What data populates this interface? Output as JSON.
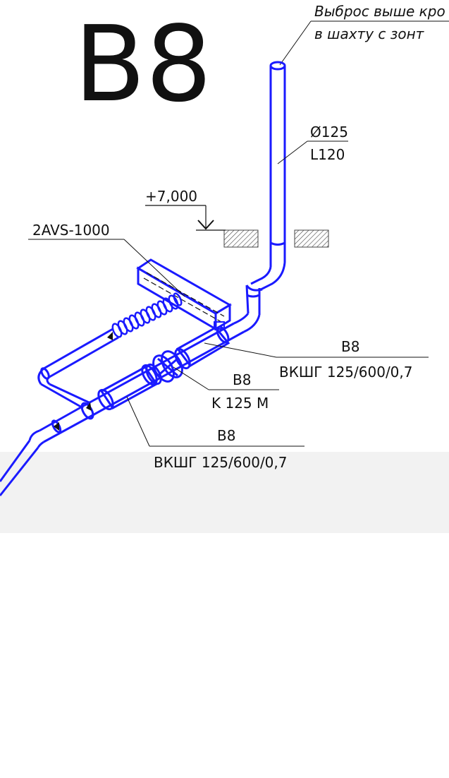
{
  "system_label": "B8",
  "exhaust_note": {
    "line1": "Выброс выше кро",
    "line2": "в шахту с зонт"
  },
  "vertical_pipe": {
    "diameter": "Ø125",
    "length": "L120"
  },
  "level_mark": "+7,000",
  "fan_label": "2AVS-1000",
  "damper_upper": {
    "system": "B8",
    "model": "ВКШГ 125/600/0,7"
  },
  "valve": {
    "system": "B8",
    "model": "K 125 M"
  },
  "damper_lower": {
    "system": "B8",
    "model": "ВКШГ 125/600/0,7"
  },
  "colors": {
    "duct": "#1a1aff",
    "leader": "#111111",
    "hatch": "#444444",
    "bottom_band": "#f2f2f2"
  }
}
